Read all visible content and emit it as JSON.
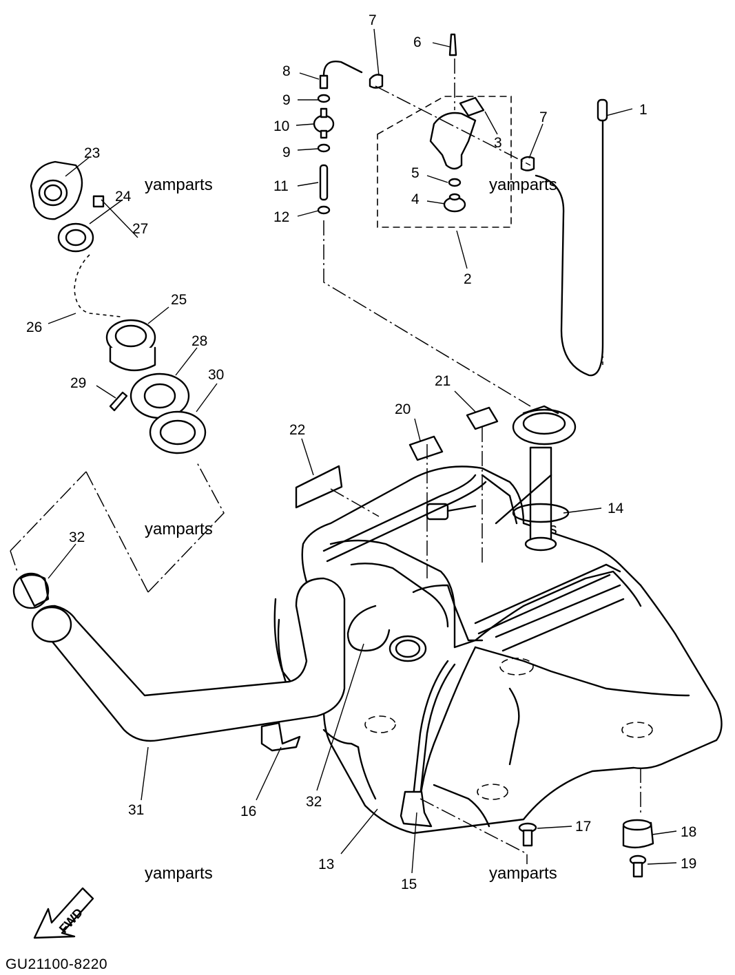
{
  "diagram_code": "GU21100-8220",
  "watermark": "yamparts",
  "fwd_label": "FWD",
  "part_numbers": {
    "p1": "1",
    "p2": "2",
    "p3": "3",
    "p4": "4",
    "p5": "5",
    "p6": "6",
    "p7a": "7",
    "p7b": "7",
    "p8": "8",
    "p9a": "9",
    "p9b": "9",
    "p10": "10",
    "p11": "11",
    "p12": "12",
    "p13": "13",
    "p14": "14",
    "p15": "15",
    "p16": "16",
    "p17": "17",
    "p18": "18",
    "p19": "19",
    "p20": "20",
    "p21": "21",
    "p22": "22",
    "p23": "23",
    "p24": "24",
    "p25": "25",
    "p26": "26",
    "p27": "27",
    "p28": "28",
    "p29": "29",
    "p30": "30",
    "p31": "31",
    "p32a": "32",
    "p32b": "32"
  }
}
